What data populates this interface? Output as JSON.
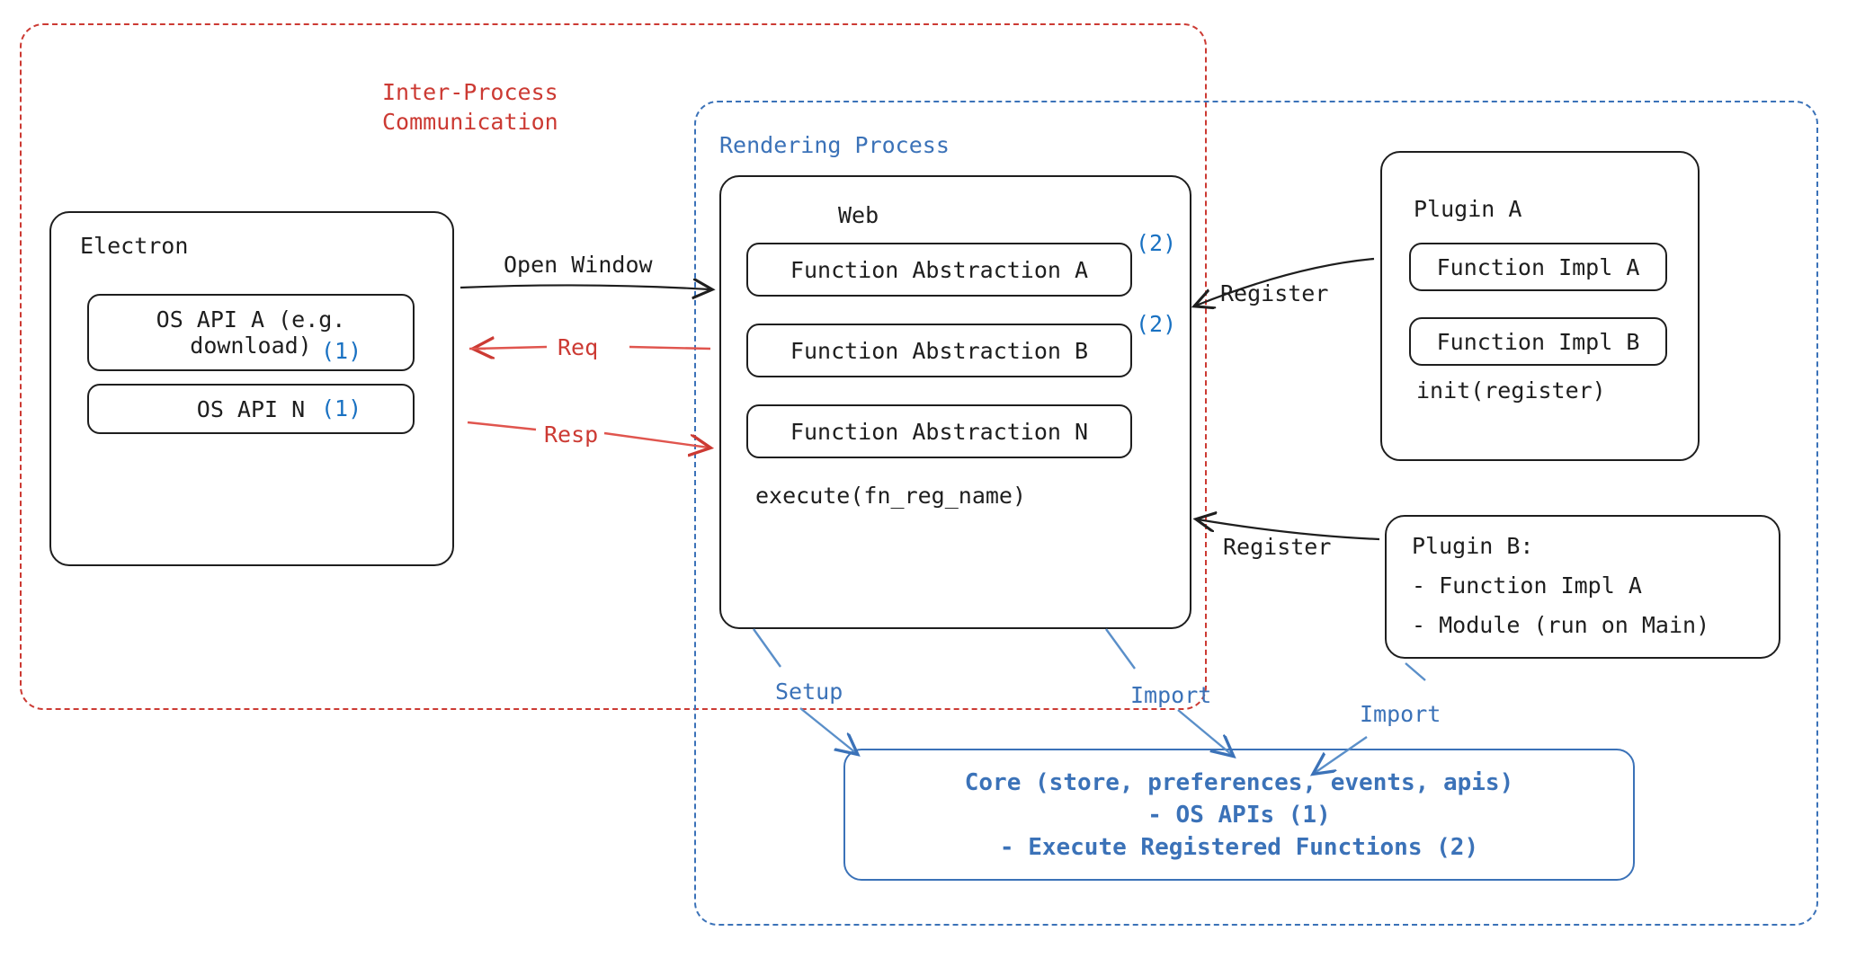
{
  "diagram": {
    "title": "Electron plugin architecture diagram",
    "colors": {
      "red": "#cc3a33",
      "blue": "#3b72b8",
      "accent_blue": "#1971c2",
      "ink": "#1e1e1e",
      "background": "#ffffff"
    }
  },
  "containers": {
    "ipc": {
      "label": "Inter-Process\nCommunication",
      "style": "dashed",
      "color": "#cc3a33"
    },
    "rendering": {
      "label": "Rendering Process",
      "style": "dashed",
      "color": "#3b72b8"
    }
  },
  "electron": {
    "title": "Electron",
    "items": [
      {
        "label": "OS API A (e.g.\ndownload)",
        "marker": "(1)"
      },
      {
        "label": "OS API N",
        "marker": "(1)"
      }
    ]
  },
  "web": {
    "title": "Web",
    "items": [
      {
        "label": "Function Abstraction A",
        "marker": "(2)"
      },
      {
        "label": "Function Abstraction B",
        "marker": "(2)"
      },
      {
        "label": "Function Abstraction N",
        "marker": ""
      }
    ],
    "footer": "execute(fn_reg_name)"
  },
  "plugin_a": {
    "title": "Plugin A",
    "items": [
      {
        "label": "Function Impl A"
      },
      {
        "label": "Function Impl B"
      }
    ],
    "footer": "init(register)"
  },
  "plugin_b": {
    "lines": [
      "Plugin B:",
      "- Function Impl A",
      "- Module (run on Main)"
    ]
  },
  "core": {
    "lines": [
      "Core (store, preferences, events, apis)",
      "- OS APIs (1)",
      "- Execute Registered Functions (2)"
    ]
  },
  "edges": [
    {
      "id": "open-window",
      "label": "Open Window",
      "color": "#1e1e1e"
    },
    {
      "id": "req",
      "label": "Req",
      "color": "#cc3a33"
    },
    {
      "id": "resp",
      "label": "Resp",
      "color": "#cc3a33"
    },
    {
      "id": "register-a",
      "label": "Register",
      "color": "#1e1e1e"
    },
    {
      "id": "register-b",
      "label": "Register",
      "color": "#1e1e1e"
    },
    {
      "id": "setup",
      "label": "Setup",
      "color": "#3b72b8"
    },
    {
      "id": "import-web",
      "label": "Import",
      "color": "#3b72b8"
    },
    {
      "id": "import-plugin-b",
      "label": "Import",
      "color": "#3b72b8"
    }
  ]
}
